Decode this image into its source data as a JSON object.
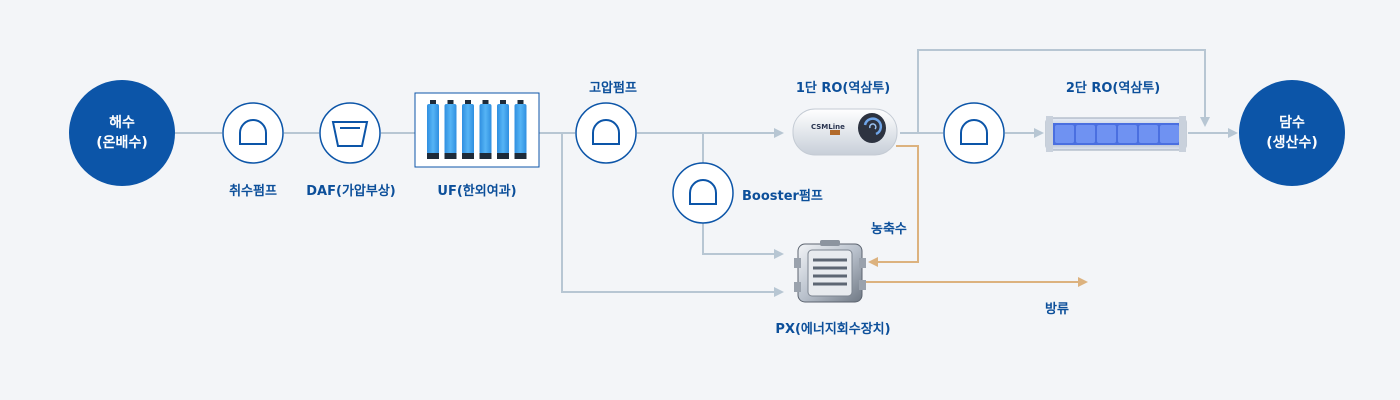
{
  "nodes": {
    "seawater": {
      "line1": "해수",
      "line2": "(온배수)"
    },
    "freshwater": {
      "line1": "담수",
      "line2": "(생산수)"
    }
  },
  "labels": {
    "intake_pump": "취수펌프",
    "daf": "DAF(가압부상)",
    "uf": "UF(한외여과)",
    "hp_pump": "고압펌프",
    "booster_pump": "Booster펌프",
    "ro1": "1단 RO(역삼투)",
    "ro2": "2단 RO(역삼투)",
    "concentrate": "농축수",
    "px": "PX(에너지회수장치)",
    "discharge": "방류"
  },
  "logo_text": "CSMLine",
  "colors": {
    "primary": "#0c55a8",
    "label": "#0c4f9a",
    "line": "#b7c6d3",
    "concentrate_line": "#dcb27f",
    "background": "#f3f5f8"
  }
}
